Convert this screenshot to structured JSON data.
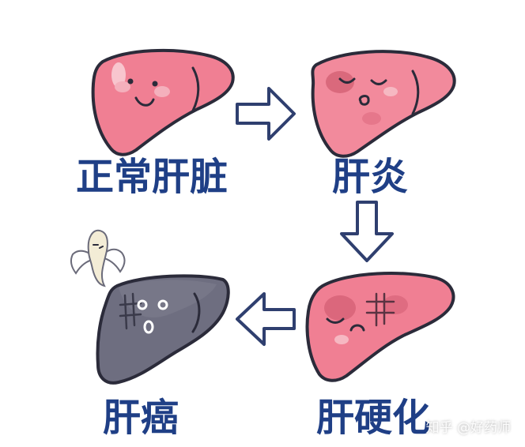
{
  "stages": {
    "normal": "正常肝脏",
    "hepatitis": "肝炎",
    "cirrhosis": "肝硬化",
    "cancer": "肝癌"
  },
  "watermark": "知乎 @好药师",
  "colors": {
    "label_blue": "#1f3f86",
    "liver_pink": "#f07f93",
    "liver_pink_light": "#f4a1ae",
    "liver_dark": "#6e6e80",
    "arrow_outline": "#2f3f6f",
    "outline": "#2b2b3a"
  },
  "icons": {
    "arrow_right": "arrow-right-icon",
    "arrow_down": "arrow-down-icon",
    "arrow_left": "arrow-left-icon",
    "ghost": "ghost-angel-icon"
  }
}
